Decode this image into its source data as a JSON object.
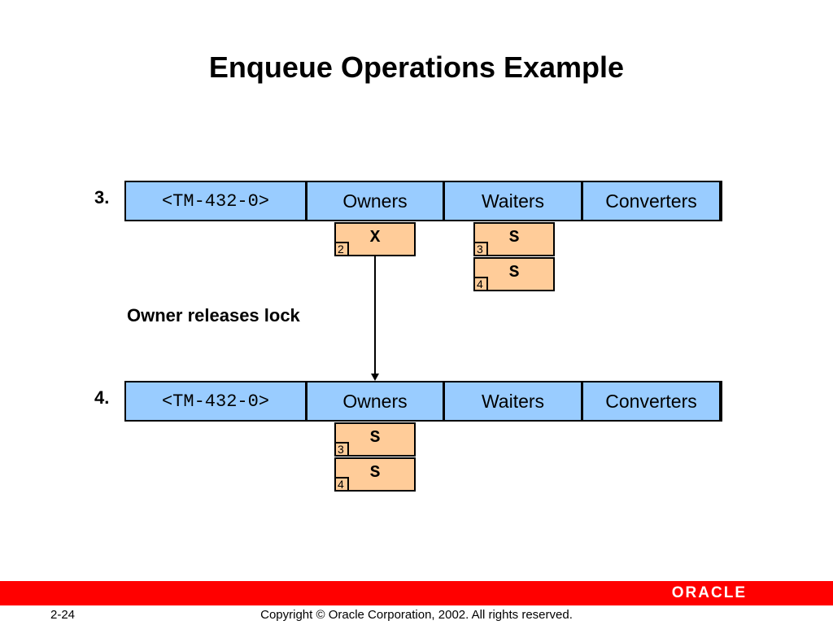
{
  "title": "Enqueue Operations Example",
  "steps": [
    {
      "number": "3.",
      "headers": [
        "<TM-432-0>",
        "Owners",
        "Waiters",
        "Converters"
      ],
      "owners": [
        {
          "mode": "X",
          "sid": "2"
        }
      ],
      "waiters": [
        {
          "mode": "S",
          "sid": "3"
        },
        {
          "mode": "S",
          "sid": "4"
        }
      ]
    },
    {
      "number": "4.",
      "headers": [
        "<TM-432-0>",
        "Owners",
        "Waiters",
        "Converters"
      ],
      "owners": [
        {
          "mode": "S",
          "sid": "3"
        },
        {
          "mode": "S",
          "sid": "4"
        }
      ],
      "waiters": []
    }
  ],
  "note": "Owner releases lock",
  "footer": {
    "logo": "ORACLE",
    "page": "2-24",
    "copyright": "Copyright © Oracle Corporation, 2002. All rights reserved."
  },
  "colors": {
    "header_fill": "#99ccff",
    "lock_fill": "#ffcc99",
    "footer_bar": "#ff0000"
  }
}
